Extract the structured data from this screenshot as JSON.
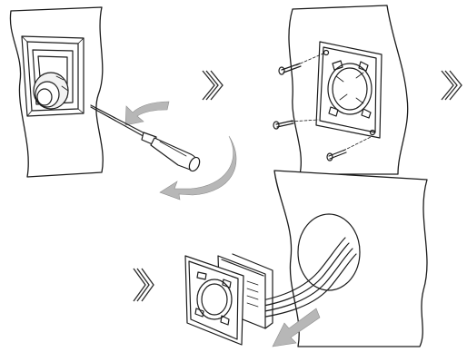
{
  "diagram": {
    "steps": [
      {
        "id": "remove-thermostat-front",
        "tool": "screwdriver-icon"
      },
      {
        "id": "unscrew-mounting-plate",
        "tool": "screw-icon"
      },
      {
        "id": "pull-out-wired-unit",
        "tool": "wires-icon"
      }
    ],
    "separators": [
      "double-chevron-icon",
      "double-chevron-icon",
      "double-chevron-icon"
    ],
    "colors": {
      "line": "#1c1c1c",
      "arrow_fill": "#b7b7b7",
      "background": "#ffffff"
    }
  }
}
